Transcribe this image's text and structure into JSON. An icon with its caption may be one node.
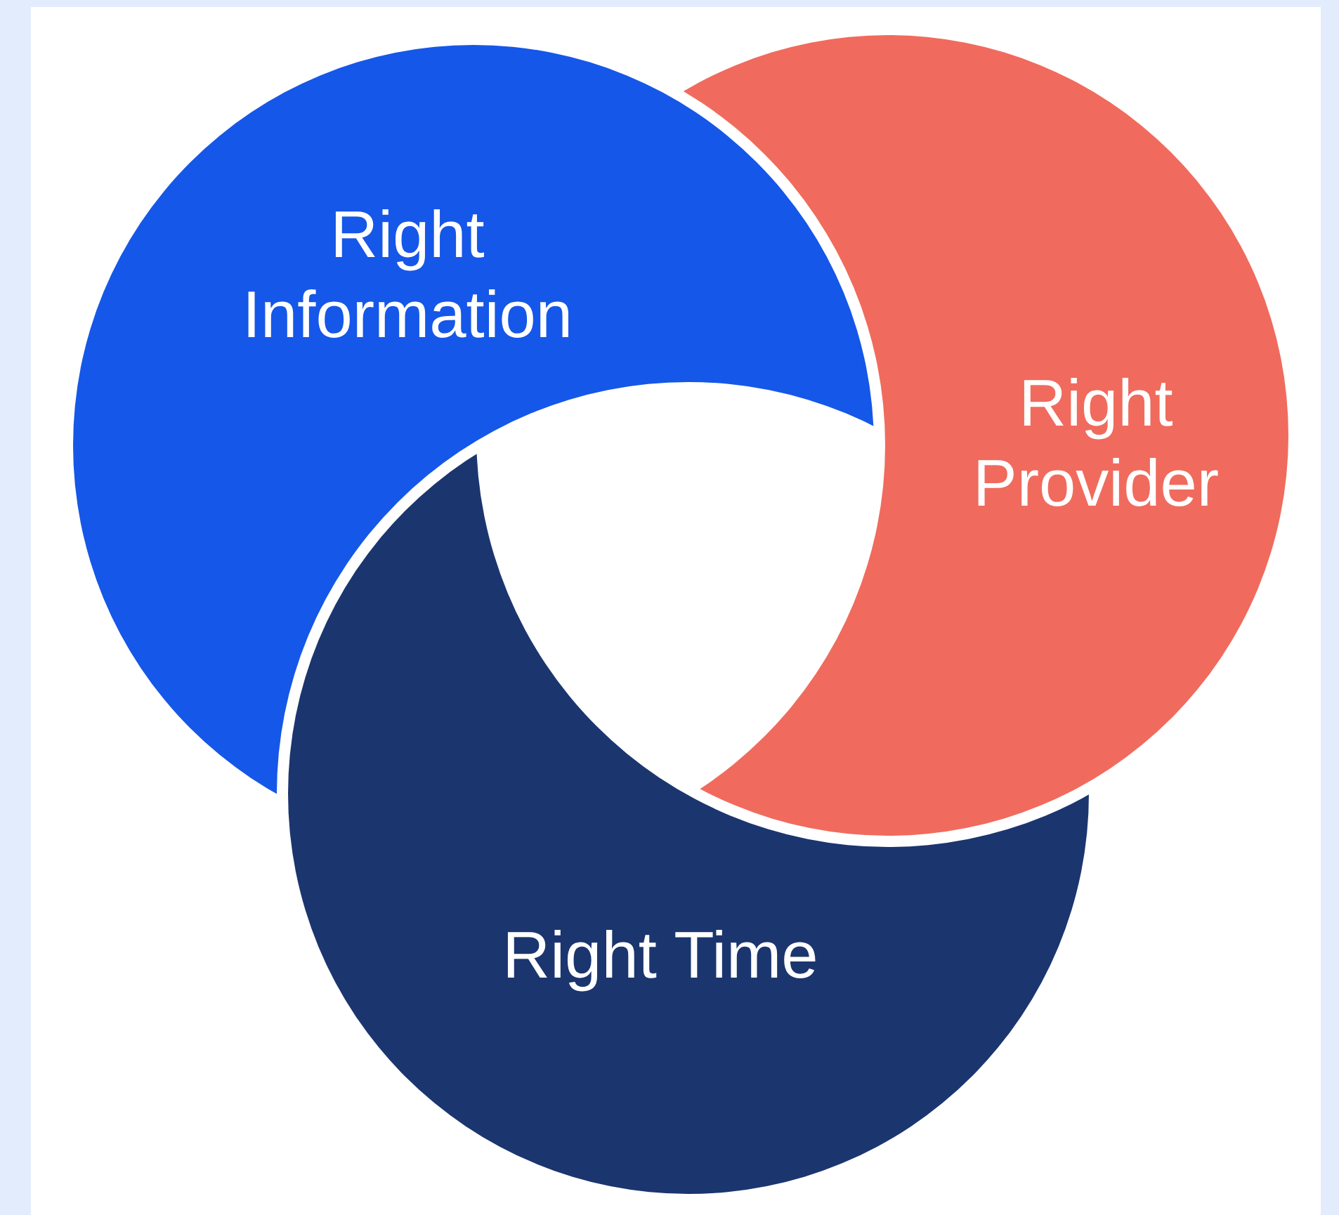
{
  "diagram": {
    "nodes": [
      {
        "text": [
          "Right Information"
        ]
      },
      {
        "text": [
          "Right Provider"
        ]
      },
      {
        "text": [
          "Right Time"
        ]
      }
    ]
  }
}
